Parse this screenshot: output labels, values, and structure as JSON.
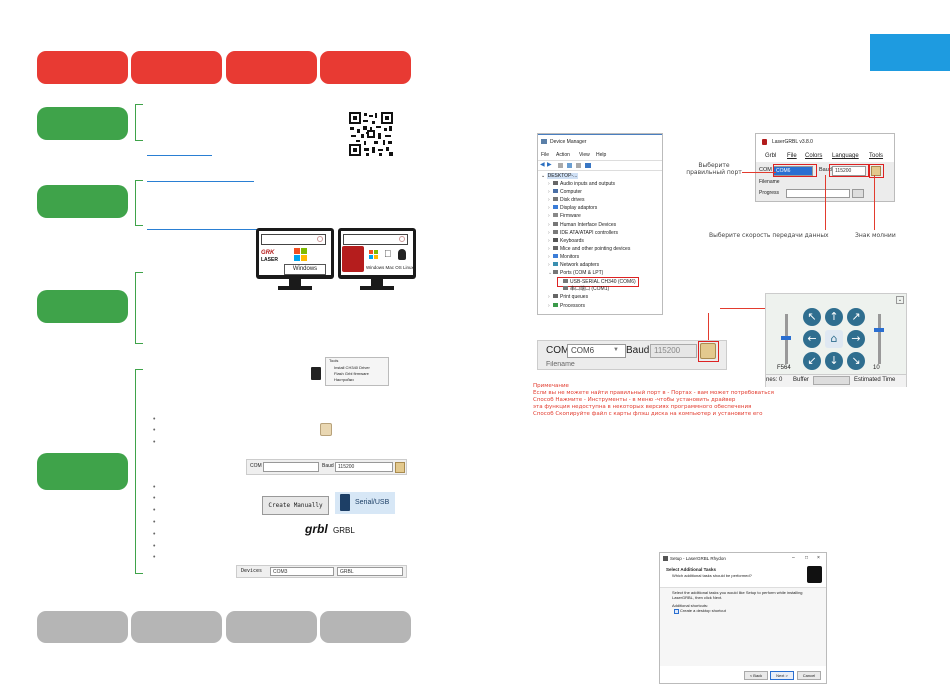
{
  "device_manager": {
    "title": "Device Manager",
    "menu": [
      "File",
      "Action",
      "View",
      "Help"
    ],
    "root": "DESKTOP-...",
    "items": [
      "Audio inputs and outputs",
      "Computer",
      "Disk drives",
      "Display adaptors",
      "Firmware",
      "Human Interface Devices",
      "IDE ATA/ATAPI controllers",
      "Keyboards",
      "Mice and other pointing devices",
      "Monitors",
      "Network adapters",
      "Ports (COM & LPT)",
      "USB-SERIAL CH340 (COM6)",
      "串口端口 (COM1)",
      "Print queues",
      "Processors"
    ]
  },
  "lasergrbl": {
    "title": "LaserGRBL v3.8.0",
    "menu": [
      "Grbl",
      "File",
      "Colors",
      "Language",
      "Tools"
    ],
    "com_label": "COM",
    "com_value": "COM6",
    "baud_label": "Baud",
    "baud_value": "115200",
    "filename_label": "Filename",
    "progress_label": "Progress"
  },
  "annotations": {
    "select_port": "Выберите правильный порт",
    "select_baud": "Выберите скорость передачи данных",
    "lightning": "Знак молнии"
  },
  "zoom_bar": {
    "com_label": "COM",
    "com_value": "COM6",
    "baud_label": "Baud",
    "baud_value": "115200",
    "filename_label": "Filename"
  },
  "jog": {
    "speed": "F564",
    "step": "10",
    "lines": "nes: 0",
    "buffer": "Buffer",
    "estimated": "Estimated Time"
  },
  "note": {
    "title": "Примечание",
    "line1": "Если вы не можете найти правильный порт в - Портах - вам может потребоваться",
    "line2": "Способ    Нажмите - Инструменты - в меню -чтобы установить драйвер",
    "line3": " эта функция недоступна в некоторых версиях программного обеспечения",
    "line4": "Способ    Скопируйте файл                       с      карты  флэш диска          на компьютер и установите его"
  },
  "os": {
    "win_label": "Windows",
    "mac_label": "Windows Mac OS Linux",
    "brand": "LASER"
  },
  "left_shots": {
    "tools_menu": [
      "Tools",
      "Install CH340 Driver",
      "Flash Grbl firmware",
      "Настройки"
    ],
    "com_label": "COM",
    "baud_label": "Baud",
    "baud_value": "115200",
    "create_manually": "Create Manually",
    "serial_usb": "Serial/USB",
    "grbl_logo": "grbl",
    "grbl_text": "GRBL",
    "devices_label": "Devices",
    "devices_value": "COM3",
    "devices_type": "GRBL"
  },
  "setup": {
    "title": "Setup - LaserGRBL Rhydon",
    "header": "Select Additional Tasks",
    "subheader": "Which additional tasks should be performed?",
    "body": "Select the additional tasks you would like Setup to perform while installing LaserGRBL, then click Next.",
    "group": "Additional shortcuts:",
    "checkbox": "Create a desktop shortcut",
    "back": "< Back",
    "next": "Next >",
    "cancel": "Cancel"
  },
  "colors": {
    "tab_red": "#e83a33",
    "tab_gray": "#b5b5b5",
    "step_green": "#3fa34a",
    "corner_blue": "#1e9be0"
  }
}
